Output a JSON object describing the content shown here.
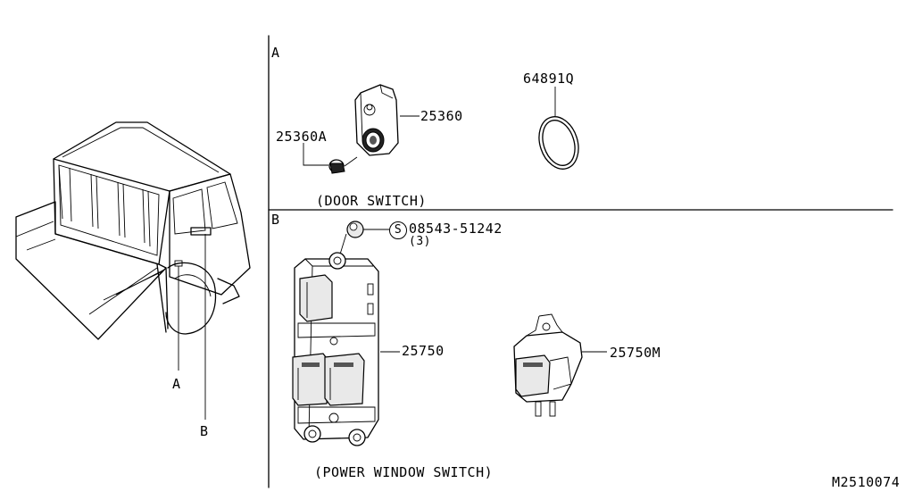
{
  "sections": {
    "a": {
      "letter": "A",
      "caption": "(DOOR SWITCH)"
    },
    "b": {
      "letter": "B",
      "caption": "(POWER WINDOW SWITCH)"
    }
  },
  "callouts": {
    "vehicle_a": "A",
    "vehicle_b": "B"
  },
  "parts": {
    "door_switch": "25360",
    "screw": "25360A",
    "seal": "64891Q",
    "bolt_number": "08543-51242",
    "bolt_symbol": "S",
    "bolt_qty": "(3)",
    "main_switch": "25750",
    "sub_switch": "25750M"
  },
  "diagram_id": "M2510074"
}
